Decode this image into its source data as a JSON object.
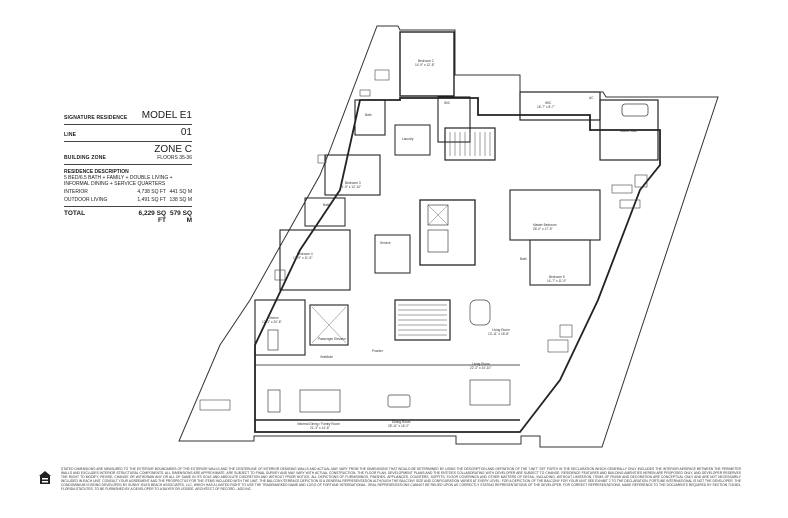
{
  "info": {
    "signature_label": "SIGNATURE RESIDENCE",
    "model": "MODEL E1",
    "line_label": "LINE",
    "line_value": "01",
    "zone_label": "BUILDING ZONE",
    "zone_value": "ZONE C",
    "floors": "FLOORS 35-36",
    "desc_head": "RESIDENCE DESCRIPTION",
    "desc_line1": "5 BED/6.5 BATH + FAMILY + DOUBLE LIVING +",
    "desc_line2": "INFORMAL DINING + SERVICE QUARTERS",
    "interior_label": "INTERIOR",
    "interior_sqft": "4,738 SQ FT",
    "interior_sqm": "441 SQ M",
    "outdoor_label": "OUTDOOR LIVING",
    "outdoor_sqft": "1,491 SQ FT",
    "outdoor_sqm": "138 SQ M",
    "total_label": "TOTAL",
    "total_sqft": "6,229 SQ FT",
    "total_sqm": "579 SQ M"
  },
  "rooms": {
    "bedroom2": "Bedroom 2",
    "bedroom2_dim": "14'-9\" x 12'-8\"",
    "wic": "WIC",
    "wic2": "WIC",
    "wic2_dim": "16'-7\" x 8'-7\"",
    "bath1": "Bath",
    "laundry": "Laundry",
    "bedroom3": "Bedroom 3",
    "bedroom3_dim": "11'-9\" x 12'-10\"",
    "master_bath": "Master Bath",
    "master_bedroom": "Master Bedroom",
    "master_bedroom_dim": "26'-0\" x 17'-5\"",
    "bath2": "Bath",
    "bath3": "Bath",
    "bedroom4": "Bedroom 4",
    "bedroom4_dim": "13'-9\" x 11'-5\"",
    "service": "Service",
    "bedroom5": "Bedroom 5",
    "bedroom5_dim": "14'-7\" x 11'-9\"",
    "kitchen": "Kitchen",
    "kitchen_dim": "12'-1\" x 20'-8\"",
    "passenger_elevator": "Passenger Elevator",
    "vestibule": "Vestibule",
    "living_room1": "Living Room",
    "living_room1_dim": "13'-11\" x 18'-8\"",
    "powder": "Powder",
    "living_room2": "Living Room",
    "living_room2_dim": "22'-3\" x 24'-10\"",
    "informal_dining": "Informal Dining / Family Room",
    "informal_dining_dim": "21'-3\" x 14'-8\"",
    "dining_room": "Dining Room",
    "dining_room_dim": "28'-11\" x 16'-2\"",
    "ac": "AC"
  },
  "disclaimer": "STATED DIMENSIONS ARE MEASURED TO THE EXTERIOR BOUNDARIES OF THE EXTERIOR WALLS AND THE CENTERLINE OF INTERIOR DEMISING WALLS AND ACTUAL MAY VARY FROM THE DIMENSIONS THAT WOULD BE DETERMINED BY USING THE DESCRIPTION AND DEFINITION OF THE \"UNIT\" SET FORTH IN THE DECLARATION WHICH GENERALLY ONLY INCLUDES THE INTERIOR AIRSPACE BETWEEN THE PERIMETER WALLS AND EXCLUDES INTERIOR STRUCTURAL COMPONENTS. ALL DIMENSIONS ARE APPROXIMATE, ARE SUBJECT TO FINAL SURVEY AND MAY VARY WITH ACTUAL CONSTRUCTION. THE FLOOR PLAN, DEVELOPMENT PLANS AND THE ENTITIES COLLABORATING WITH DEVELOPER ARE SUBJECT TO CHANGE. RESIDENCE FEATURES AND BUILDING AMENITIES HEREIN ARE PROPOSED ONLY, AND DEVELOPER RESERVES THE RIGHT TO MODIFY, REVISE, CHANGE OR WITHDRAW ANY OR ALL OF SAME IN ITS SOLE AND ABSOLUTE DISCRETION AND WITHOUT PRIOR NOTICE. ALL DEPICTIONS OF FURNISHINGS, FINISHES, APPLIANCES, COUNTERS, SOFFITS, FLOOR COVERINGS AND OTHER MATTERS OF DETAIL, INCLUDING, WITHOUT LIMITATION, ITEMS OF FINISH AND DECORATION ARE CONCEPTUAL ONLY AND ARE NOT NECESSARILY INCLUDED IN EACH UNIT. CONSULT YOUR AGREEMENT AND THE PROSPECTUS FOR THE ITEMS INCLUDED WITH THE UNIT. THE BALCONY/TERRACE DEPICTION IS A GENERAL REPRESENTATION ALTHOUGH THE BALCONY SIZE AND CONFIGURATION VARIES AT EVERY LEVEL. FOR A DEPICTION OF THE BALCONY FOR YOUR UNIT SEE EXHIBIT 2 TO THE DECLARATION. FORTUNE INTERNATIONAL IS NOT THE DEVELOPER. THE CONDOMINIUM IS BEING DEVELOPED BY SUNNY ISLES BEACH ASSOCIATES, LLC, WHICH HAS A LIMITED RIGHT TO USE THE TRADEMARKED NAME AND LOGO OF FORTUNE INTERNATIONAL. ORAL REPRESENTATIONS CANNOT BE RELIED UPON AS CORRECTLY STATING REPRESENTATIONS OF THE DEVELOPER. FOR CORRECT REPRESENTATIONS, MAKE REFERENCE TO THE DOCUMENTS REQUIRED BY SECTION 718.503, FLORIDA STATUTES, TO BE FURNISHED BY A DEVELOPER TO A BUYER OR LESSEE. ARCHITECT OF RECORD - ADD INC."
}
